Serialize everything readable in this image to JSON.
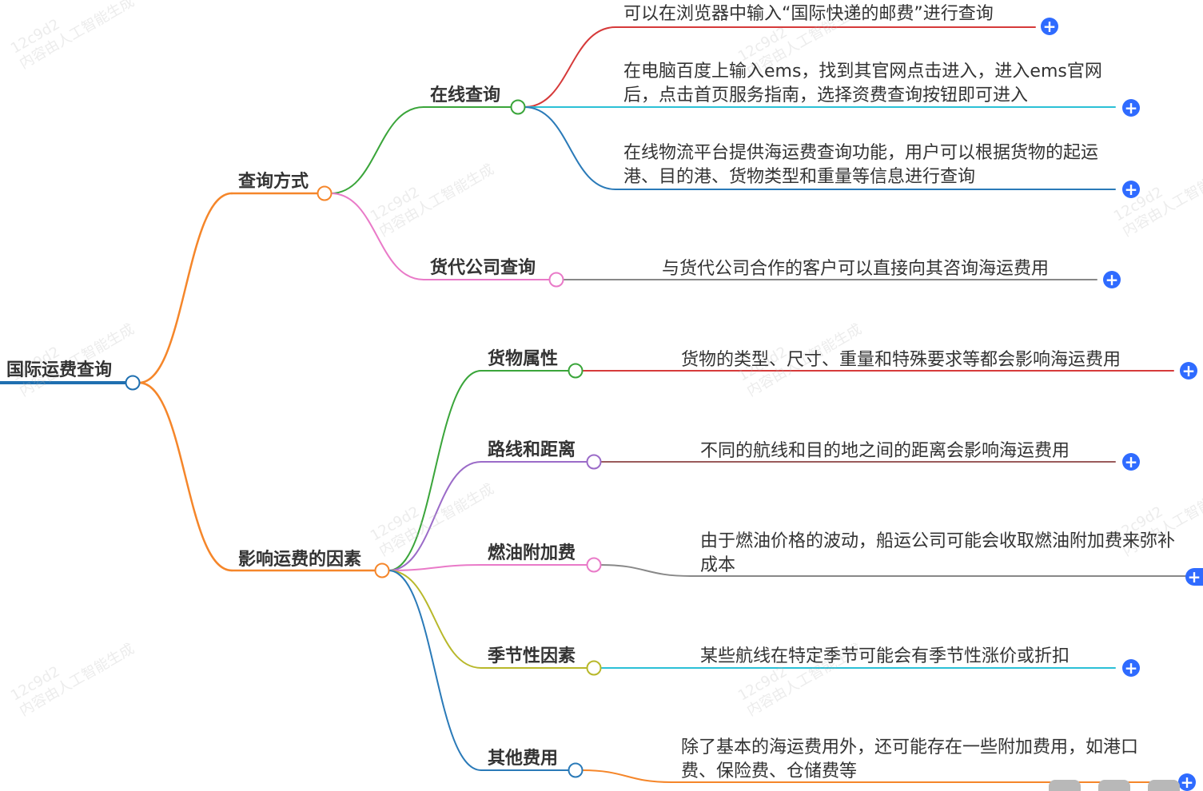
{
  "mindmap": {
    "root": {
      "label": "国际运费查询",
      "color": "#1f6fb0"
    },
    "branches": [
      {
        "label": "查询方式",
        "color": "#f5862a",
        "children": [
          {
            "label": "在线查询",
            "color": "#3aa53a",
            "leaves": [
              {
                "text": "可以在浏览器中输入“国际快递的邮费”进行查询",
                "color": "#d63a3a"
              },
              {
                "text": "在电脑百度上输入ems，找到其官网点击进入，进入ems官网后，点击首页服务指南，选择资费查询按钮即可进入",
                "color": "#2bc0d6"
              },
              {
                "text": "在线物流平台提供海运费查询功能，用户可以根据货物的起运港、目的港、货物类型和重量等信息进行查询",
                "color": "#2a7ab8"
              }
            ]
          },
          {
            "label": "货代公司查询",
            "color": "#e97ac8",
            "leaves": [
              {
                "text": "与货代公司合作的客户可以直接向其咨询海运费用",
                "color": "#888888"
              }
            ]
          }
        ]
      },
      {
        "label": "影响运费的因素",
        "color": "#f5862a",
        "children": [
          {
            "label": "货物属性",
            "color": "#3aa53a",
            "leaves": [
              {
                "text": "货物的类型、尺寸、重量和特殊要求等都会影响海运费用",
                "color": "#d63a3a"
              }
            ]
          },
          {
            "label": "路线和距离",
            "color": "#9b6bc8",
            "leaves": [
              {
                "text": "不同的航线和目的地之间的距离会影响海运费用",
                "color": "#9a5a5a"
              }
            ]
          },
          {
            "label": "燃油附加费",
            "color": "#e97ac8",
            "leaves": [
              {
                "text": "由于燃油价格的波动，船运公司可能会收取燃油附加费来弥补成本",
                "color": "#888888"
              }
            ]
          },
          {
            "label": "季节性因素",
            "color": "#b8b82a",
            "leaves": [
              {
                "text": "某些航线在特定季节可能会有季节性涨价或折扣",
                "color": "#2bc0d6"
              }
            ]
          },
          {
            "label": "其他费用",
            "color": "#2a7ab8",
            "leaves": [
              {
                "text": "除了基本的海运费用外，还可能存在一些附加费用，如港口费、保险费、仓储费等",
                "color": "#f5862a"
              }
            ]
          }
        ]
      }
    ],
    "expander_symbol": "+",
    "watermark_lines": [
      "12c9d2",
      "内容由人工智能生成"
    ]
  }
}
